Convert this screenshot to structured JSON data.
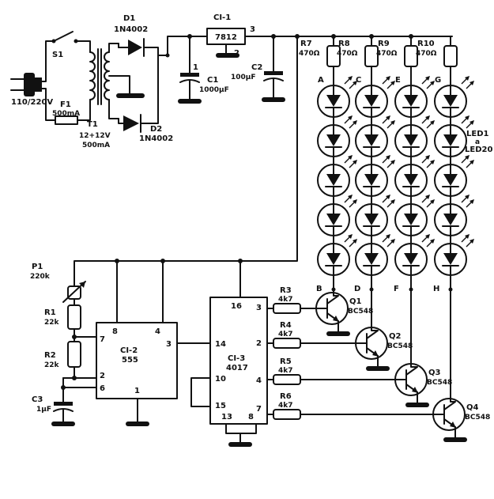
{
  "power": {
    "mains_label": "110/220V",
    "s1": "S1",
    "f1": "F1",
    "f1_rating": "500mA",
    "t1": "T1",
    "t1_voltage": "12+12V",
    "t1_current": "500mA",
    "d1": "D1",
    "d1_part": "1N4002",
    "d2": "D2",
    "d2_part": "1N4002",
    "c1": "C1",
    "c1_value": "1000µF",
    "c1_pin": "1",
    "c2": "C2",
    "c2_value": "100µF",
    "ci1": "CI-1",
    "ci1_part": "7812",
    "ci1_pin2": "2",
    "ci1_pin3": "3"
  },
  "leds": {
    "columns": [
      {
        "resistor": "R7",
        "value": "470Ω",
        "top": "A",
        "bottom": "B"
      },
      {
        "resistor": "R8",
        "value": "470Ω",
        "top": "C",
        "bottom": "D"
      },
      {
        "resistor": "R9",
        "value": "470Ω",
        "top": "E",
        "bottom": "F"
      },
      {
        "resistor": "R10",
        "value": "470Ω",
        "top": "G",
        "bottom": "H"
      }
    ],
    "per_column": 5,
    "range_1": "LED1",
    "range_2": "a",
    "range_3": "LED20"
  },
  "timer": {
    "label": "CI-2",
    "part": "555",
    "pin8": "8",
    "pin4": "4",
    "pin7": "7",
    "pin3": "3",
    "pin2": "2",
    "pin6": "6",
    "pin1": "1",
    "p1": "P1",
    "p1_value": "220k",
    "r1": "R1",
    "r1_value": "22k",
    "r2": "R2",
    "r2_value": "22k",
    "c3": "C3",
    "c3_value": "1µF"
  },
  "counter": {
    "label": "CI-3",
    "part": "4017",
    "pin16": "16",
    "pin3": "3",
    "pin2": "2",
    "pin4": "4",
    "pin7": "7",
    "pin14": "14",
    "pin10": "10",
    "pin15": "15",
    "pin13": "13",
    "pin8": "8"
  },
  "drivers": [
    {
      "resistor": "R3",
      "value": "4k7",
      "transistor": "Q1",
      "part": "BC548"
    },
    {
      "resistor": "R4",
      "value": "4k7",
      "transistor": "Q2",
      "part": "BC548"
    },
    {
      "resistor": "R5",
      "value": "4k7",
      "transistor": "Q3",
      "part": "BC548"
    },
    {
      "resistor": "R6",
      "value": "4k7",
      "transistor": "Q4",
      "part": "BC548"
    }
  ]
}
